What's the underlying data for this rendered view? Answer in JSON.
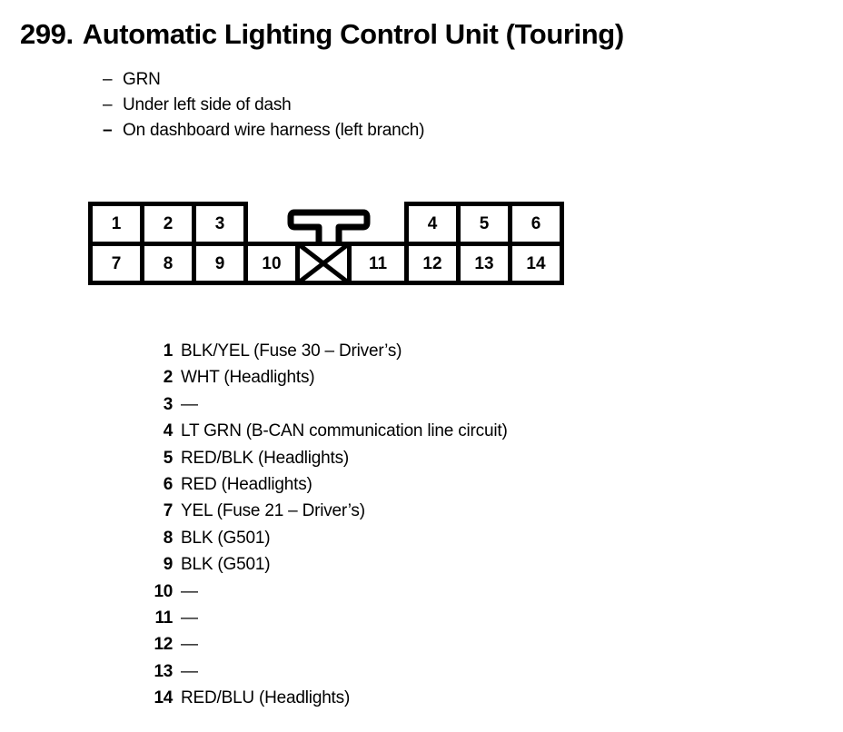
{
  "header": {
    "number": "299.",
    "title": "Automatic Lighting Control Unit (Touring)",
    "specs": [
      {
        "dash": "–",
        "text": "GRN",
        "bold_dash": false
      },
      {
        "dash": "–",
        "text": "Under left side of dash",
        "bold_dash": false
      },
      {
        "dash": "–",
        "text": "On dashboard wire harness (left branch)",
        "bold_dash": true
      }
    ]
  },
  "connector": {
    "top_row_left": [
      "1",
      "2",
      "3"
    ],
    "top_row_right": [
      "4",
      "5",
      "6"
    ],
    "bottom_row_left": [
      "7",
      "8",
      "9",
      "10"
    ],
    "blank_cavity": "X",
    "bottom_row_right": [
      "11",
      "12",
      "13",
      "14"
    ],
    "latch": "latch-tab",
    "line_color": "#000000",
    "fill_color": "#ffffff"
  },
  "pins": [
    {
      "num": "1",
      "desc": "BLK/YEL (Fuse 30 – Driver’s)"
    },
    {
      "num": "2",
      "desc": "WHT (Headlights)"
    },
    {
      "num": "3",
      "desc": "—"
    },
    {
      "num": "4",
      "desc": "LT GRN (B-CAN communication line circuit)"
    },
    {
      "num": "5",
      "desc": "RED/BLK (Headlights)"
    },
    {
      "num": "6",
      "desc": "RED (Headlights)"
    },
    {
      "num": "7",
      "desc": "YEL (Fuse 21 – Driver’s)"
    },
    {
      "num": "8",
      "desc": "BLK (G501)"
    },
    {
      "num": "9",
      "desc": "BLK (G501)"
    },
    {
      "num": "10",
      "desc": "—"
    },
    {
      "num": "11",
      "desc": "—"
    },
    {
      "num": "12",
      "desc": "—"
    },
    {
      "num": "13",
      "desc": "—"
    },
    {
      "num": "14",
      "desc": "RED/BLU (Headlights)"
    }
  ]
}
